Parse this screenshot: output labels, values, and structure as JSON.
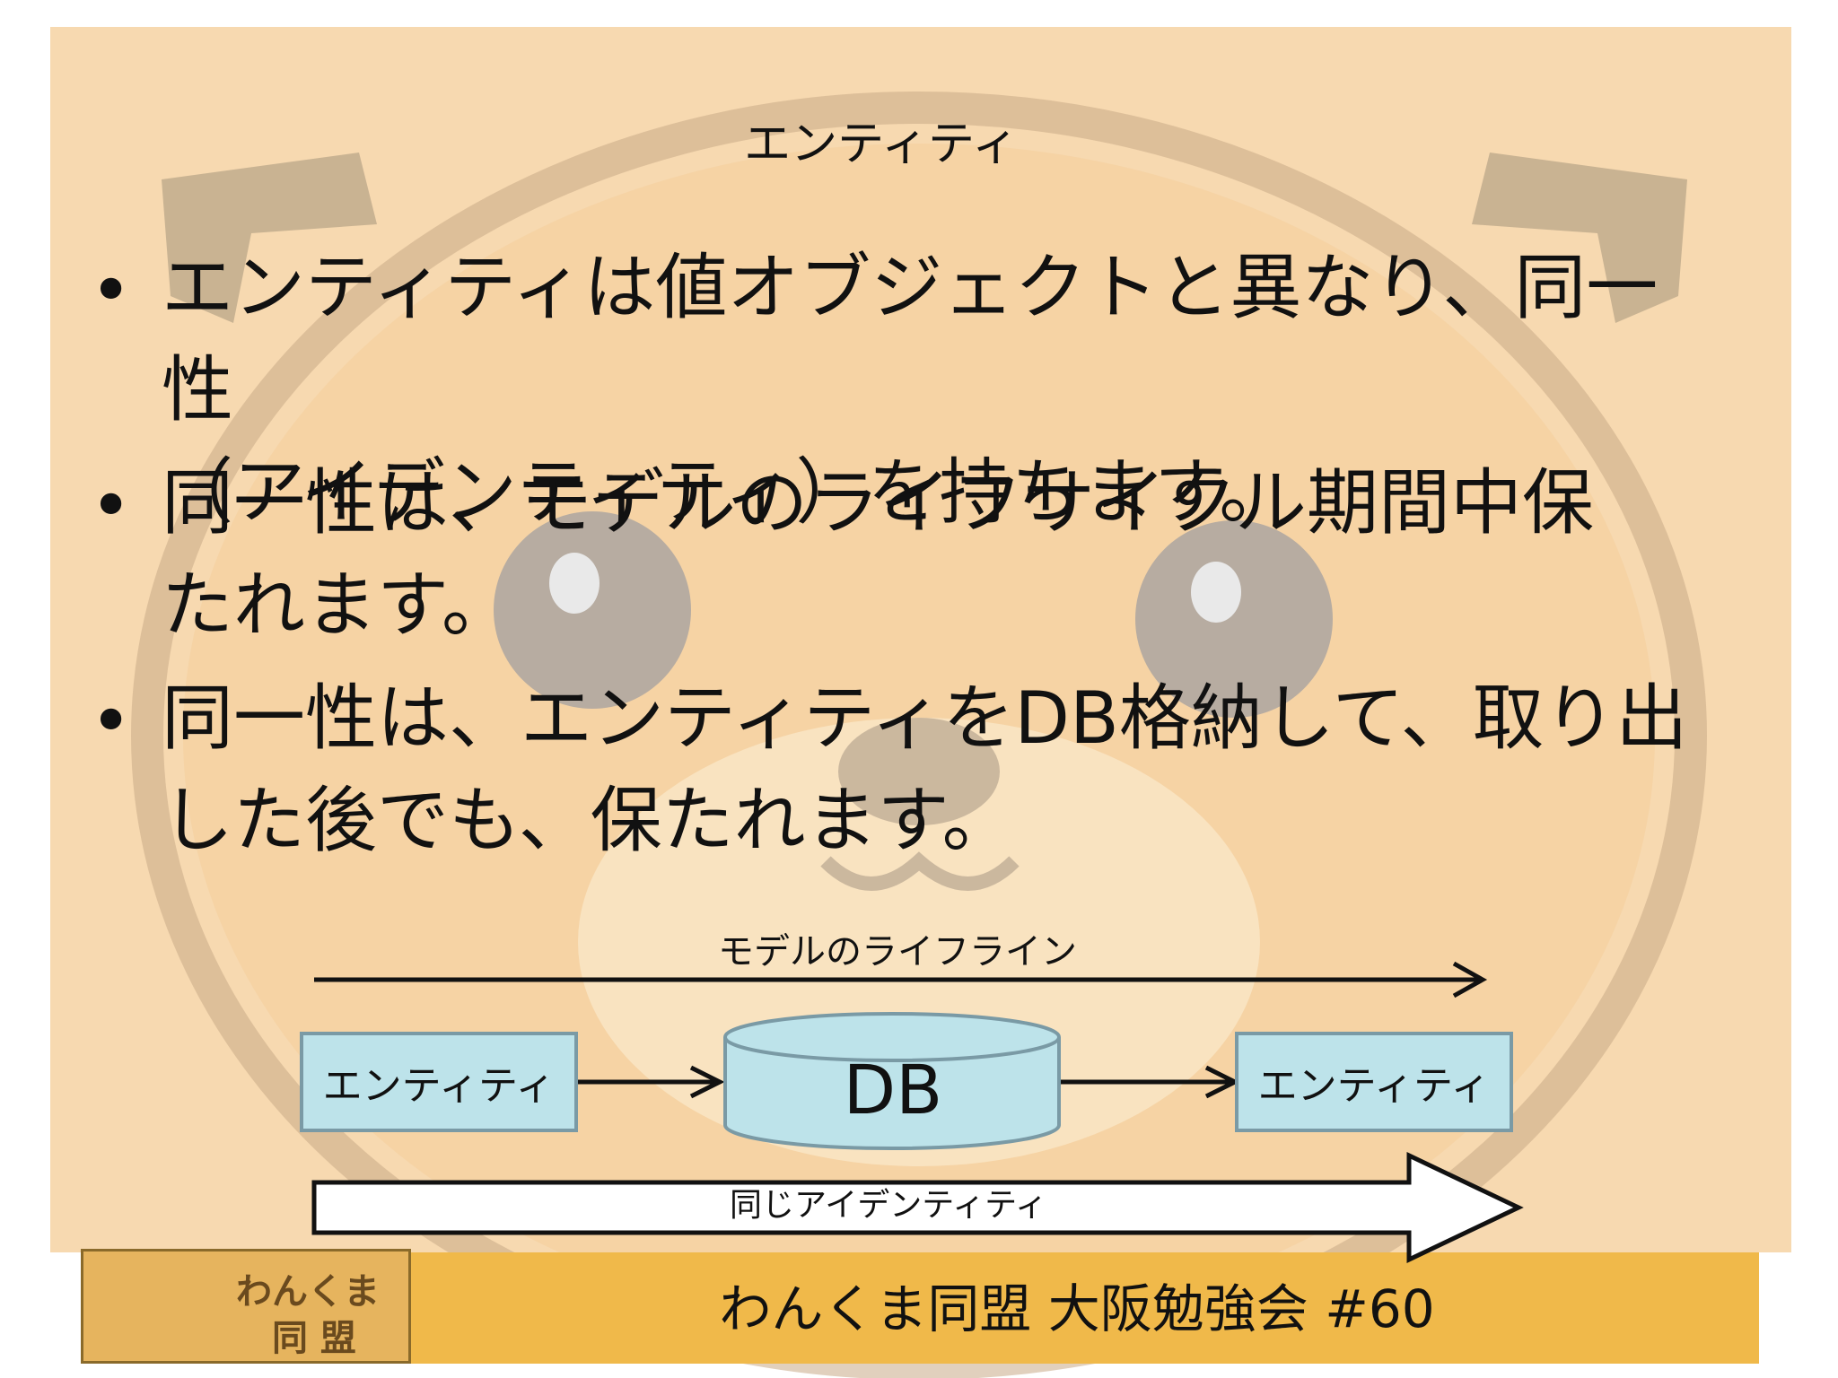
{
  "slide": {
    "title": "エンティティ",
    "bullets": [
      {
        "symbol": "•",
        "text": "エンティティは値オブジェクトと異なり、同一性\n（アイデンティティ）を持ちます。"
      },
      {
        "symbol": "•",
        "text": "同一性は、モデルのライフサイクル期間中保\nたれます。"
      },
      {
        "symbol": "•",
        "text": "同一性は、エンティティをDB格納して、取り出\nした後でも、保たれます。"
      }
    ]
  },
  "diagram": {
    "lifeline_label": "モデルのライフライン",
    "entity_left": "エンティティ",
    "db_label": "DB",
    "entity_right": "エンティティ",
    "identity_label": "同じアイデンティティ",
    "colors": {
      "box_fill": "#bde3ea",
      "box_border": "#7a9aa5"
    }
  },
  "footer": {
    "text": "わんくま同盟 大阪勉強会 #60",
    "logo_line1": "わんくま",
    "logo_line2": "同 盟",
    "bar_color": "#f0b94a"
  }
}
